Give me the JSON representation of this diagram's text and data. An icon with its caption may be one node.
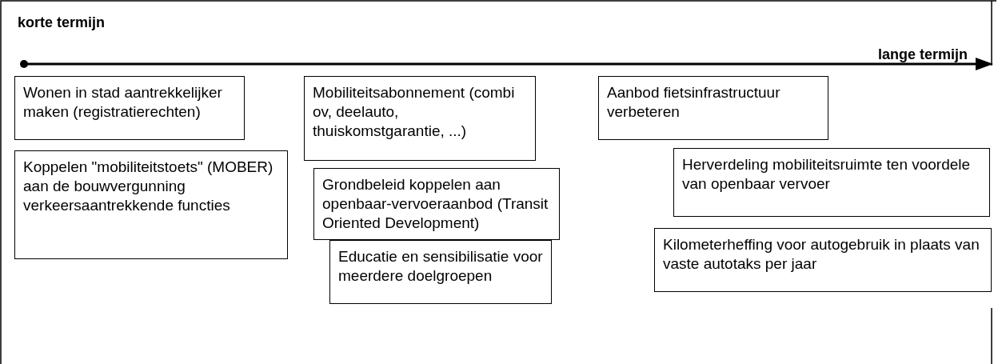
{
  "diagram": {
    "nodes": [
      {
        "text": [
          "Wonen in stad aantrekkelijker maken (registratierechten)"
        ]
      },
      {
        "text": [
          "Koppelen \"mobiliteitstoets\" (MOBER) aan de bouwvergunning verkeersaantrekkende functies"
        ]
      },
      {
        "text": [
          "Mobiliteitsabonnement (combi ov, deelauto, thuiskomstgarantie, ...)"
        ]
      },
      {
        "text": [
          "Grondbeleid koppelen aan openbaar-vervoeraanbod (Transit Oriented Development)"
        ]
      },
      {
        "text": [
          "Educatie en sensibilisatie voor meerdere doelgroepen"
        ]
      },
      {
        "text": [
          "Aanbod fietsinfrastructuur verbeteren"
        ]
      },
      {
        "text": [
          "Herverdeling mobiliteitsruimte ten voordele van openbaar vervoer"
        ]
      },
      {
        "text": [
          "Kilometerheffing voor autogebruik in plaats van vaste autotaks per jaar"
        ]
      }
    ],
    "edges": [],
    "labels": [
      "korte termijn",
      "lange termijn"
    ]
  }
}
